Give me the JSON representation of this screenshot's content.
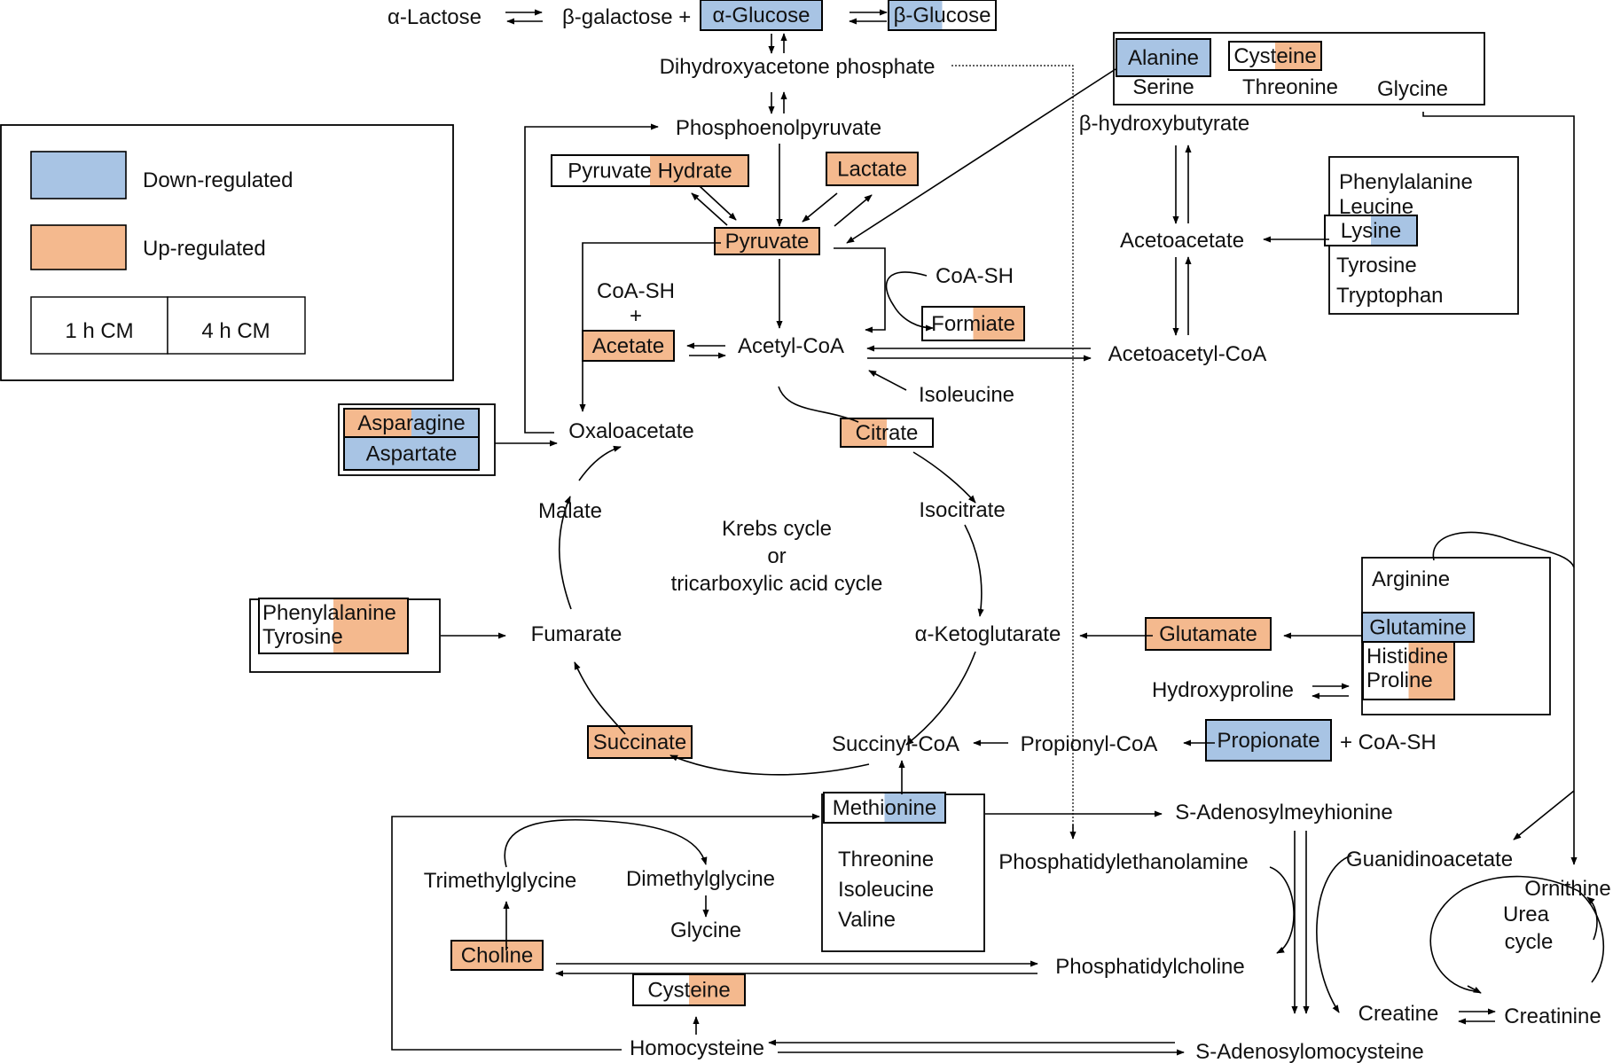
{
  "legend": {
    "down_label": "Down-regulated",
    "up_label": "Up-regulated",
    "time1": "1 h CM",
    "time2": "4 h CM"
  },
  "colors": {
    "down": "#a8c4e4",
    "up": "#f4b98e",
    "none": "#ffffff"
  },
  "center": {
    "line1": "Krebs cycle",
    "line2": "or",
    "line3": "tricarboxylic acid cycle"
  },
  "urea": {
    "line1": "Urea",
    "line2": "cycle"
  },
  "metabolites": {
    "alpha_lactose": "α-Lactose",
    "beta_galactose": "β-galactose +",
    "alpha_glucose": "α-Glucose",
    "beta_glucose": "β-Glucose",
    "dhap": "Dihydroxyacetone phosphate",
    "pep": "Phosphoenolpyruvate",
    "pyruvate_hydrate": "Pyruvate Hydrate",
    "lactate": "Lactate",
    "pyruvate": "Pyruvate",
    "coash_1": "CoA-SH",
    "plus": "+",
    "acetate": "Acetate",
    "acetyl_coa": "Acetyl-CoA",
    "coash_2": "CoA-SH",
    "formiate": "Formiate",
    "isoleucine_1": "Isoleucine",
    "asparagine": "Asparagine",
    "aspartate": "Aspartate",
    "oxaloacetate": "Oxaloacetate",
    "citrate": "Citrate",
    "isocitrate": "Isocitrate",
    "malate": "Malate",
    "fumarate": "Fumarate",
    "phenylalanine_1": "Phenylalanine",
    "tyrosine_1": "Tyrosine",
    "akg": "α-Ketoglutarate",
    "glutamate": "Glutamate",
    "succinate": "Succinate",
    "succinyl_coa": "Succinyl-CoA",
    "propionyl_coa": "Propionyl-CoA",
    "propionate": "Propionate",
    "coash_3": "+ CoA-SH",
    "alanine": "Alanine",
    "serine": "Serine",
    "cysteine_1": "Cysteine",
    "threonine_1": "Threonine",
    "glycine_1": "Glycine",
    "bhb": "β-hydroxybutyrate",
    "acetoacetate": "Acetoacetate",
    "acetoacetyl_coa": "Acetoacetyl-CoA",
    "phenylalanine_2": "Phenylalanine",
    "leucine": "Leucine",
    "lysine": "Lysine",
    "tyrosine_2": "Tyrosine",
    "tryptophan": "Tryptophan",
    "arginine": "Arginine",
    "glutamine": "Glutamine",
    "histidine": "Histidine",
    "proline": "Proline",
    "hydroxyproline": "Hydroxyproline",
    "methionine": "Methionine",
    "threonine_2": "Threonine",
    "isoleucine_2": "Isoleucine",
    "valine": "Valine",
    "sam": "S-Adenosylmeyhionine",
    "pe": "Phosphatidylethanolamine",
    "guanidinoacetate": "Guanidinoacetate",
    "ornithine": "Ornithine",
    "trimethylglycine": "Trimethylglycine",
    "dimethylglycine": "Dimethylglycine",
    "glycine_2": "Glycine",
    "choline": "Choline",
    "pc": "Phosphatidylcholine",
    "cysteine_2": "Cysteine",
    "creatine": "Creatine",
    "creatinine": "Creatinine",
    "homocysteine": "Homocysteine",
    "sah": "S-Adenosylomocysteine"
  },
  "regulation": {
    "alpha_glucose": [
      "down",
      "down"
    ],
    "beta_glucose": [
      "down",
      "none"
    ],
    "pyruvate_hydrate": [
      "none",
      "up"
    ],
    "lactate": [
      "up",
      "up"
    ],
    "pyruvate": [
      "up",
      "up"
    ],
    "acetate": [
      "up",
      "up"
    ],
    "formiate": [
      "none",
      "up"
    ],
    "asparagine": [
      "up",
      "down"
    ],
    "aspartate": [
      "down",
      "down"
    ],
    "citrate": [
      "up",
      "none"
    ],
    "phenylalanine_tyrosine": [
      "none",
      "up"
    ],
    "glutamate": [
      "up",
      "up"
    ],
    "succinate": [
      "up",
      "up"
    ],
    "propionate": [
      "down",
      "down"
    ],
    "alanine": [
      "down",
      "down"
    ],
    "cysteine_1": [
      "none",
      "up"
    ],
    "lysine": [
      "none",
      "down"
    ],
    "glutamine": [
      "down",
      "down"
    ],
    "histidine_proline": [
      "none",
      "up"
    ],
    "methionine": [
      "none",
      "down"
    ],
    "choline": [
      "up",
      "up"
    ],
    "cysteine_2": [
      "none",
      "up"
    ]
  }
}
